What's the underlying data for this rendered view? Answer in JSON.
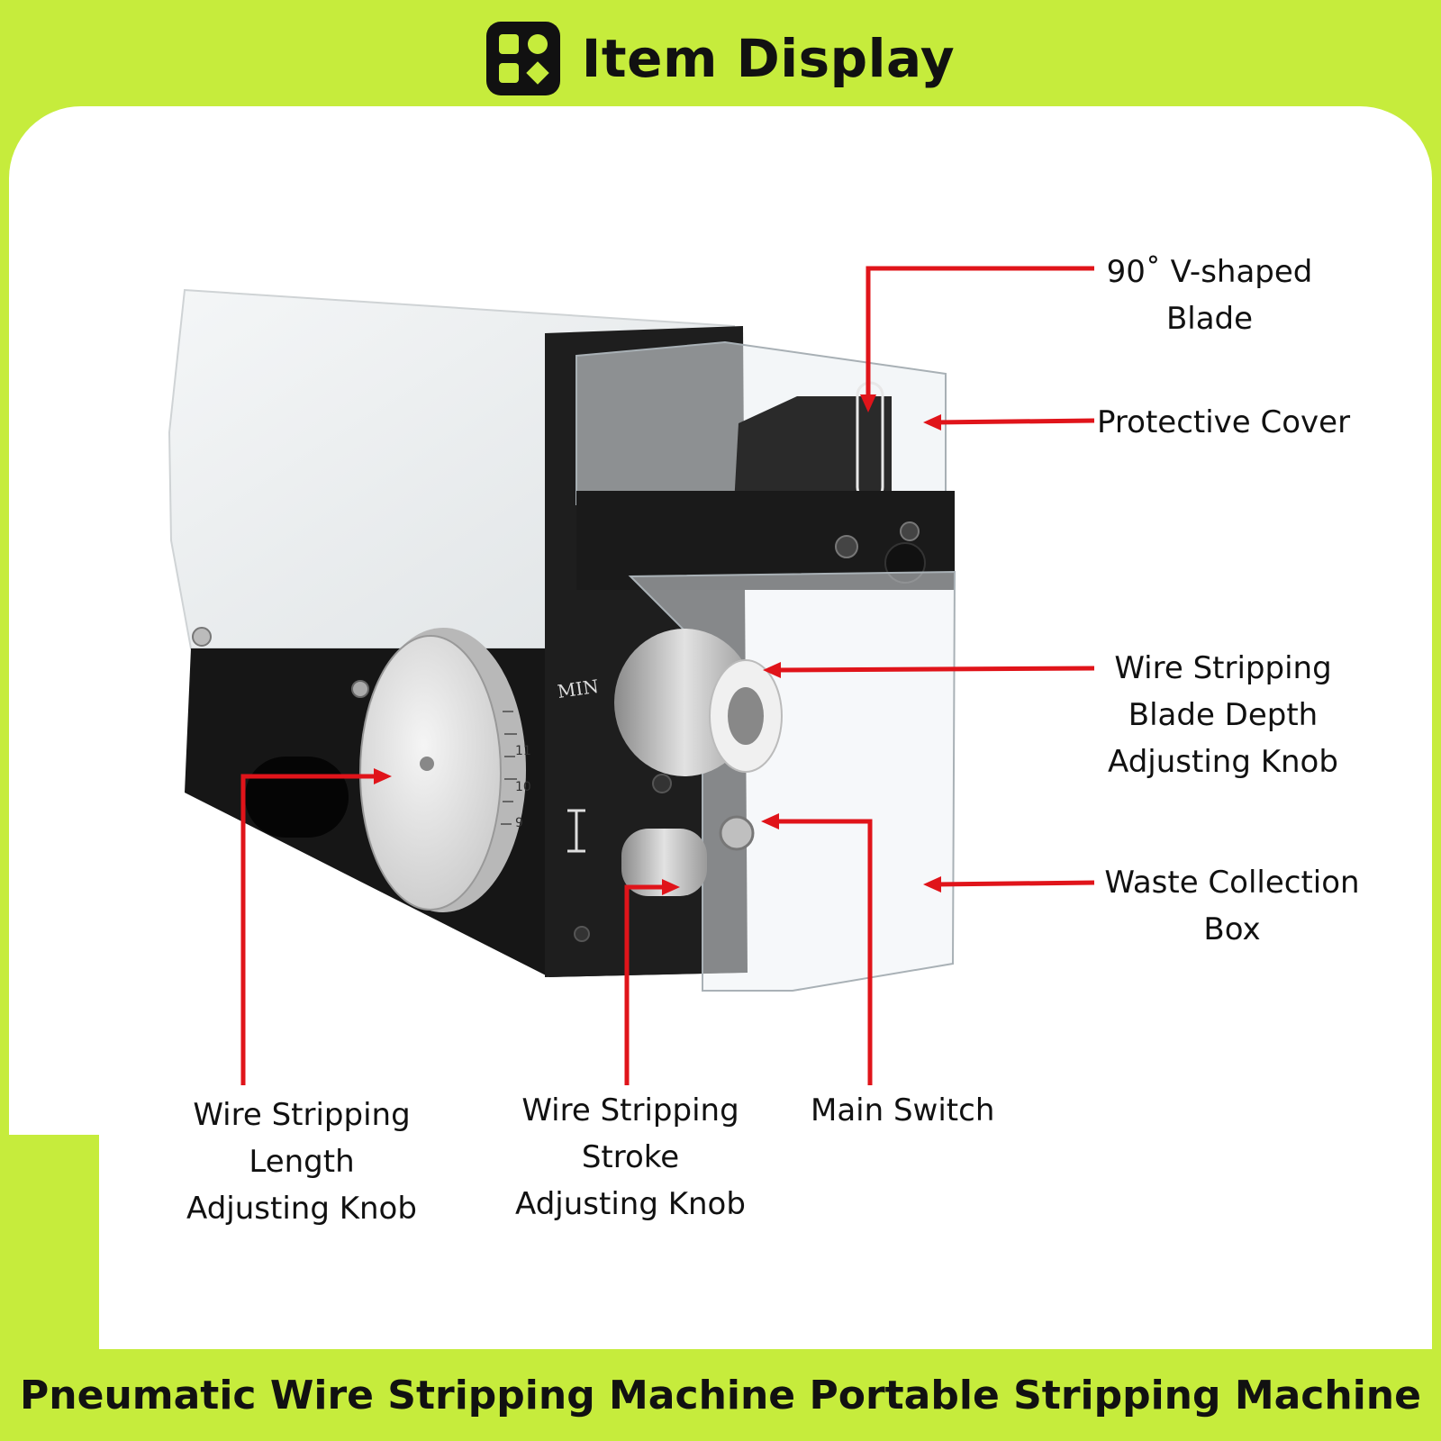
{
  "header": {
    "title": "Item Display"
  },
  "callouts": {
    "blade": [
      "90˚ V-shaped",
      "Blade"
    ],
    "cover": [
      "Protective Cover"
    ],
    "depth_knob": [
      "Wire Stripping",
      "Blade Depth",
      "Adjusting Knob"
    ],
    "waste_box": [
      "Waste Collection",
      "Box"
    ],
    "length_knob": [
      "Wire Stripping",
      "Length",
      "Adjusting Knob"
    ],
    "stroke_knob": [
      "Wire Stripping",
      "Stroke",
      "Adjusting Knob"
    ],
    "main_switch": [
      "Main Switch"
    ]
  },
  "machine_marks": {
    "min_label": "MIN",
    "dial_ticks": [
      "9",
      "10",
      "11"
    ]
  },
  "footer": {
    "title": "Pneumatic Wire Stripping Machine Portable Stripping Machine"
  },
  "colors": {
    "background": "#c6ec3c",
    "arrow": "#e0141a",
    "panel": "#ffffff"
  }
}
